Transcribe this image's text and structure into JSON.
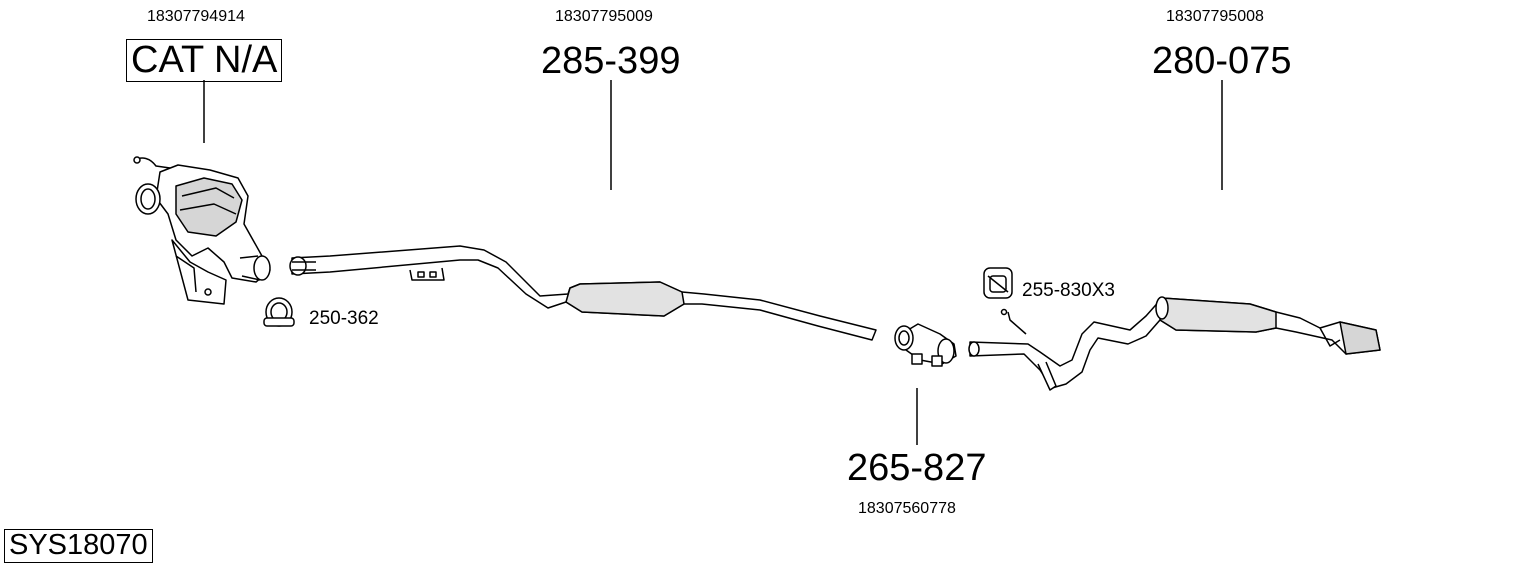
{
  "diagram": {
    "system_code": "SYS18070",
    "parts": [
      {
        "oem": "18307794914",
        "label": "CAT N/A"
      },
      {
        "oem": "18307795009",
        "label": "285-399"
      },
      {
        "oem": "18307795008",
        "label": "280-075"
      },
      {
        "oem": "18307560778",
        "label": "265-827"
      }
    ],
    "accessories": [
      {
        "label": "250-362"
      },
      {
        "label": "255-830X3"
      }
    ],
    "line_color": "#000000",
    "fill_color": "#ffffff",
    "shade_color": "#cfcfcf"
  }
}
